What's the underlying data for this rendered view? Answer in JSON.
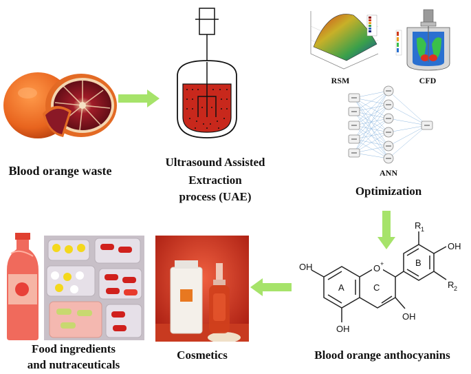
{
  "labels": {
    "blood_orange_waste": "Blood orange waste",
    "uae_line1": "Ultrasound Assisted",
    "uae_line2": "Extraction",
    "uae_line3": "process (UAE)",
    "rsm": "RSM",
    "cfd": "CFD",
    "ann": "ANN",
    "optimization": "Optimization",
    "food_line1": "Food ingredients",
    "food_line2": "and nutraceuticals",
    "cosmetics": "Cosmetics",
    "anthocyanins": "Blood orange anthocyanins"
  },
  "molecule": {
    "oh": "OH",
    "o_plus": "O",
    "plus": "+",
    "ring_a": "A",
    "ring_b": "B",
    "ring_c": "C",
    "r1": "R",
    "r1_sub": "1",
    "r2": "R",
    "r2_sub": "2"
  },
  "colors": {
    "arrow": "#a6e36a",
    "extract": "#c8281c",
    "orange_peel": "#e8641e",
    "flesh": "#7a1420"
  }
}
